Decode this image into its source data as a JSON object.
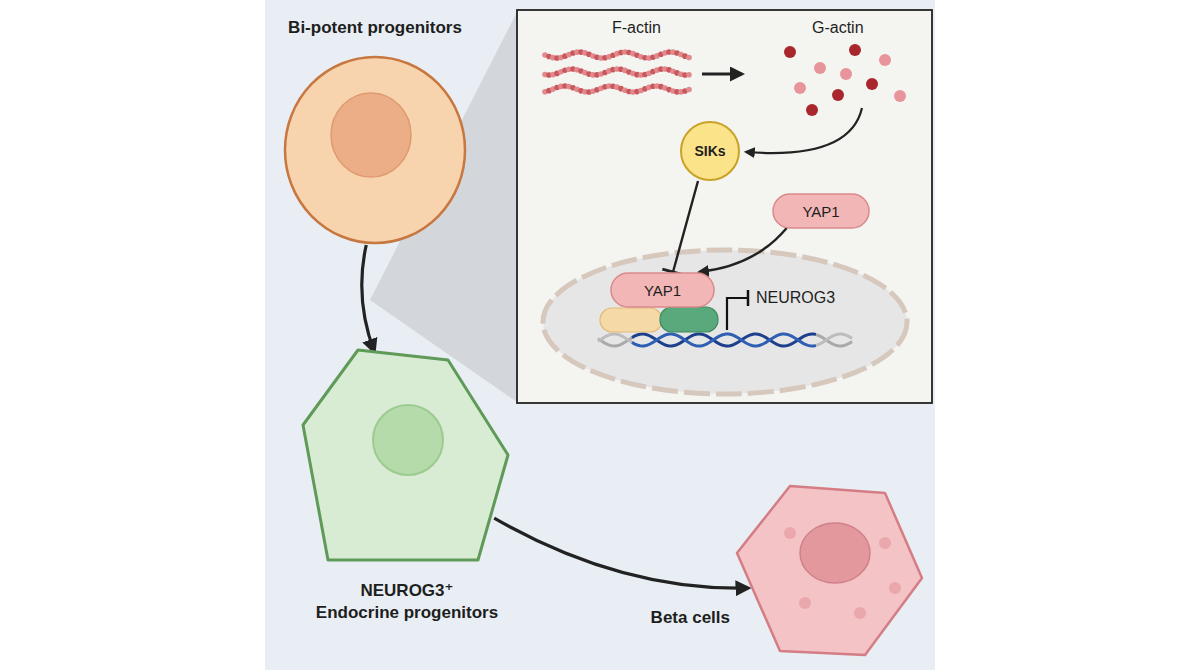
{
  "diagram": {
    "nodes": [
      {
        "text": [
          "Bi-potent progenitors"
        ]
      },
      {
        "text": [
          "NEUROG3⁺",
          "Endocrine progenitors"
        ]
      },
      {
        "text": [
          "Beta cells"
        ]
      },
      {
        "text": [
          "SIKs"
        ]
      },
      {
        "text": [
          "YAP1"
        ]
      },
      {
        "text": [
          "YAP1"
        ]
      }
    ],
    "edges": [
      {
        "from": 0,
        "to": 1,
        "arrow": "to"
      },
      {
        "from": 1,
        "to": 2,
        "arrow": "to"
      },
      {
        "from": 3,
        "to": 5,
        "arrow": "to"
      },
      {
        "from": 4,
        "to": 5,
        "arrow": "to"
      }
    ],
    "labels": [
      "F-actin",
      "G-actin",
      "NEUROG3"
    ]
  }
}
